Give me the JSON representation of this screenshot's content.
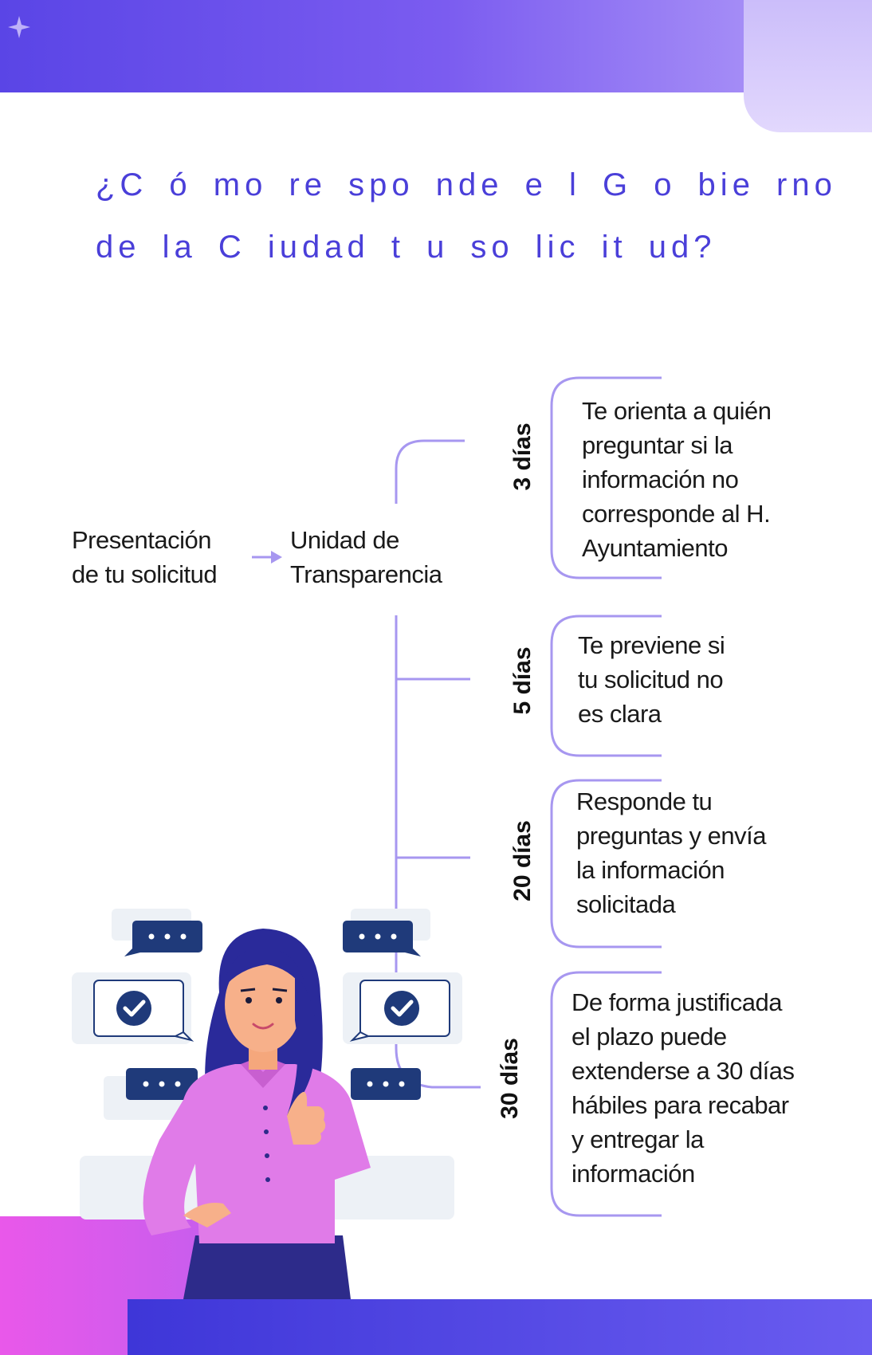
{
  "title": {
    "line1": "¿C ó mo re spo nde e l G o bie rno",
    "line2": "de la C iudad t u so lic it ud?"
  },
  "flow": {
    "start_lines": [
      "Presentación",
      "de tu solicitud"
    ],
    "unit_lines": [
      "Unidad de",
      "Transparencia"
    ]
  },
  "steps": [
    {
      "days": "3 días",
      "lines": [
        "Te orienta a quién",
        "preguntar si la",
        "información no",
        "corresponde al H.",
        "Ayuntamiento"
      ]
    },
    {
      "days": "5 días",
      "lines": [
        "Te previene si",
        "tu solicitud no",
        "es clara"
      ]
    },
    {
      "days": "20 días",
      "lines": [
        "Responde tu",
        "preguntas y envía",
        "la información",
        "solicitada"
      ]
    },
    {
      "days": "30 días",
      "lines": [
        "De forma justificada",
        "el plazo puede",
        "extenderse a 30 días",
        "hábiles para recabar",
        "y entregar la",
        "información"
      ]
    }
  ],
  "colors": {
    "accent": "#4a3fd9",
    "connector": "#a797f0",
    "bubble_dark": "#1f3a7a",
    "shirt": "#e07be8",
    "hair": "#2a2a9a"
  }
}
